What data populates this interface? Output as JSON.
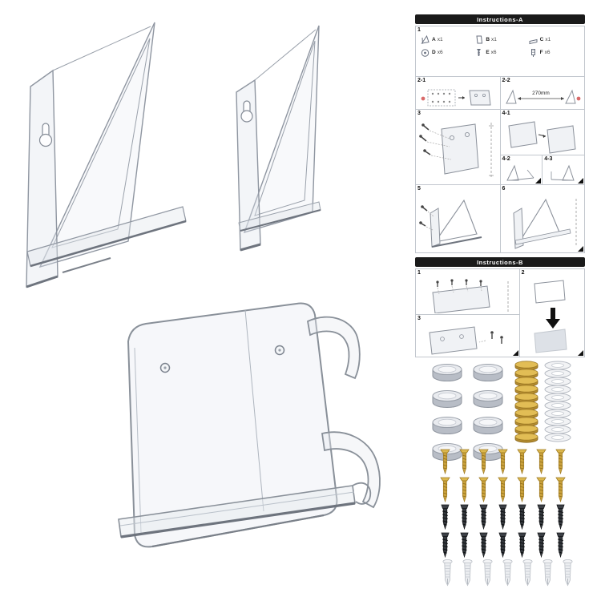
{
  "instructions_a": {
    "title": "Instructions-A",
    "steps": [
      "1",
      "2-1",
      "2-2",
      "3",
      "4-1",
      "4-2",
      "4-3",
      "5",
      "6"
    ],
    "parts": [
      {
        "label": "A",
        "qty": "x1"
      },
      {
        "label": "B",
        "qty": "x1"
      },
      {
        "label": "C",
        "qty": "x1"
      },
      {
        "label": "D",
        "qty": "x6"
      },
      {
        "label": "E",
        "qty": "x6"
      },
      {
        "label": "F",
        "qty": "x6"
      }
    ],
    "dimension_label": "270mm"
  },
  "instructions_b": {
    "title": "Instructions-B",
    "steps": [
      "1",
      "2",
      "3"
    ]
  },
  "hardware": {
    "silver_magnets": {
      "count": 8
    },
    "brass_discs": {
      "count": 10
    },
    "nylon_rings": {
      "count": 10
    },
    "gold_screws": {
      "count": 14
    },
    "black_screws": {
      "count": 14
    },
    "wall_anchors": {
      "count": 7
    }
  },
  "colors": {
    "background": "#ffffff",
    "acrylic_line": "#8f96a1",
    "header_bar": "#1a1a1a",
    "silver": "#e9ebef",
    "brass": "#e2bd55",
    "gold_screw": "#caa23c",
    "black_screw": "#34383d",
    "anchor_white": "#eceef1",
    "marker_red": "#d96a6a"
  }
}
